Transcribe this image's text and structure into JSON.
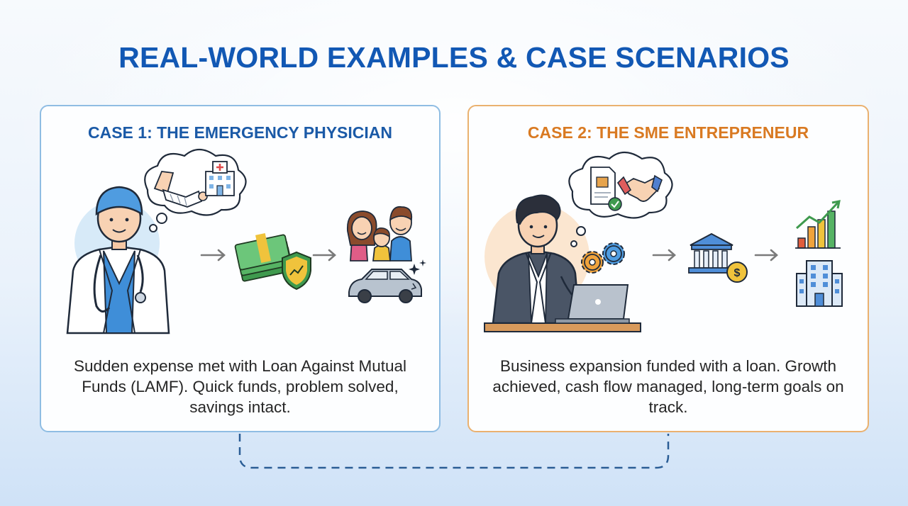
{
  "page": {
    "title": "REAL-WORLD EXAMPLES & CASE SCENARIOS"
  },
  "cases": [
    {
      "title": "CASE 1: THE EMERGENCY PHYSICIAN",
      "description": "Sudden expense met with Loan Against Mutual Funds (LAMF). Quick funds, problem solved, savings intact.",
      "accent_color": "#1b5aa7",
      "border_color": "#8fbde3",
      "icons": [
        "doctor-icon",
        "injured-arm-icon",
        "hospital-icon",
        "arrow-right-icon",
        "cash-shield-icon",
        "family-icon",
        "car-icon"
      ]
    },
    {
      "title": "CASE 2: THE SME ENTREPRENEUR",
      "description": "Business expansion funded with a loan. Growth achieved, cash flow managed, long-term goals on track.",
      "accent_color": "#d97a22",
      "border_color": "#eab16f",
      "icons": [
        "entrepreneur-icon",
        "laptop-icon",
        "gears-icon",
        "document-check-icon",
        "handshake-icon",
        "arrow-right-icon",
        "bank-icon",
        "growth-chart-icon",
        "office-building-icon"
      ]
    }
  ],
  "colors": {
    "title": "#1258b4",
    "connector": "#2a5d95"
  }
}
